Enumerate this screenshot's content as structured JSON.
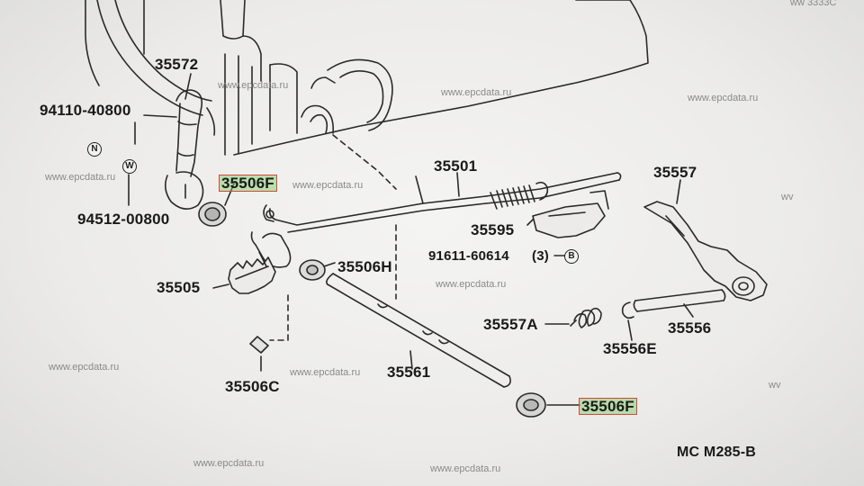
{
  "diagram": {
    "code": "MC M285-B",
    "watermark": "www.epcdata.ru",
    "watermark_fragment": "wv",
    "top_right_fragment": "ww 3333C"
  },
  "parts": {
    "p35572": "35572",
    "p94110": "94110-40800",
    "p94512": "94512-00800",
    "p35506F_top": "35506F",
    "p35501": "35501",
    "p35595": "35595",
    "p91611": "91611-60614",
    "p91611_qty": "(3)",
    "p35557": "35557",
    "p35505": "35505",
    "p35506H": "35506H",
    "p35557A": "35557A",
    "p35556": "35556",
    "p35556E": "35556E",
    "p35506C": "35506C",
    "p35561": "35561",
    "p35506F_bottom": "35506F"
  },
  "symbols": {
    "n": "N",
    "w": "W",
    "b": "B"
  },
  "colors": {
    "line": "#2a2a2a",
    "highlight_fill": "#8fd06a",
    "highlight_border": "#d24a3a",
    "watermark": "#8a8a8a"
  }
}
